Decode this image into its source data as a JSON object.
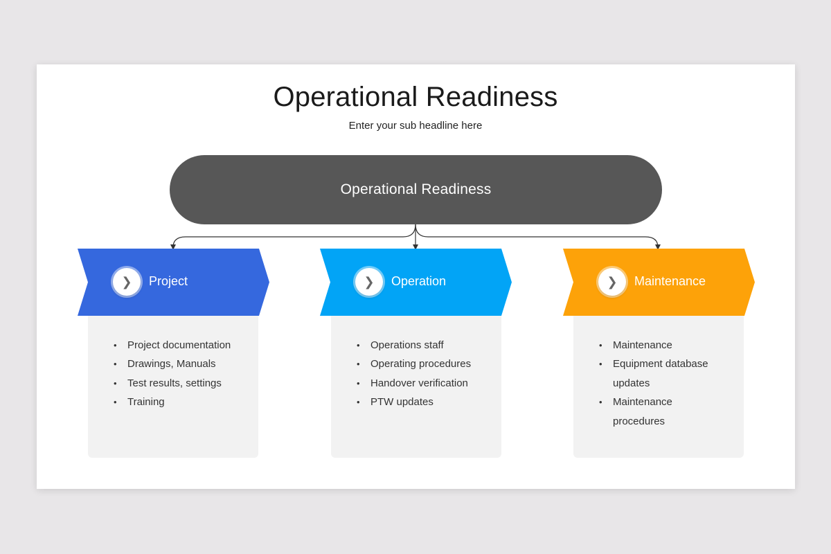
{
  "title": "Operational Readiness",
  "subtitle": "Enter your sub headline here",
  "center_node": {
    "label": "Operational Readiness",
    "color": "#575757"
  },
  "branches": [
    {
      "label": "Project",
      "color": "#3568de",
      "icon": "chevron-right-icon",
      "items": [
        "Project documentation",
        "Drawings, Manuals",
        "Test results, settings",
        "Training"
      ]
    },
    {
      "label": "Operation",
      "color": "#02a4f6",
      "icon": "chevron-right-icon",
      "items": [
        "Operations staff",
        "Operating procedures",
        "Handover verification",
        "PTW updates"
      ]
    },
    {
      "label": "Maintenance",
      "color": "#fda209",
      "icon": "chevron-right-icon",
      "items": [
        "Maintenance",
        "Equipment database updates",
        "Maintenance procedures"
      ]
    }
  ]
}
